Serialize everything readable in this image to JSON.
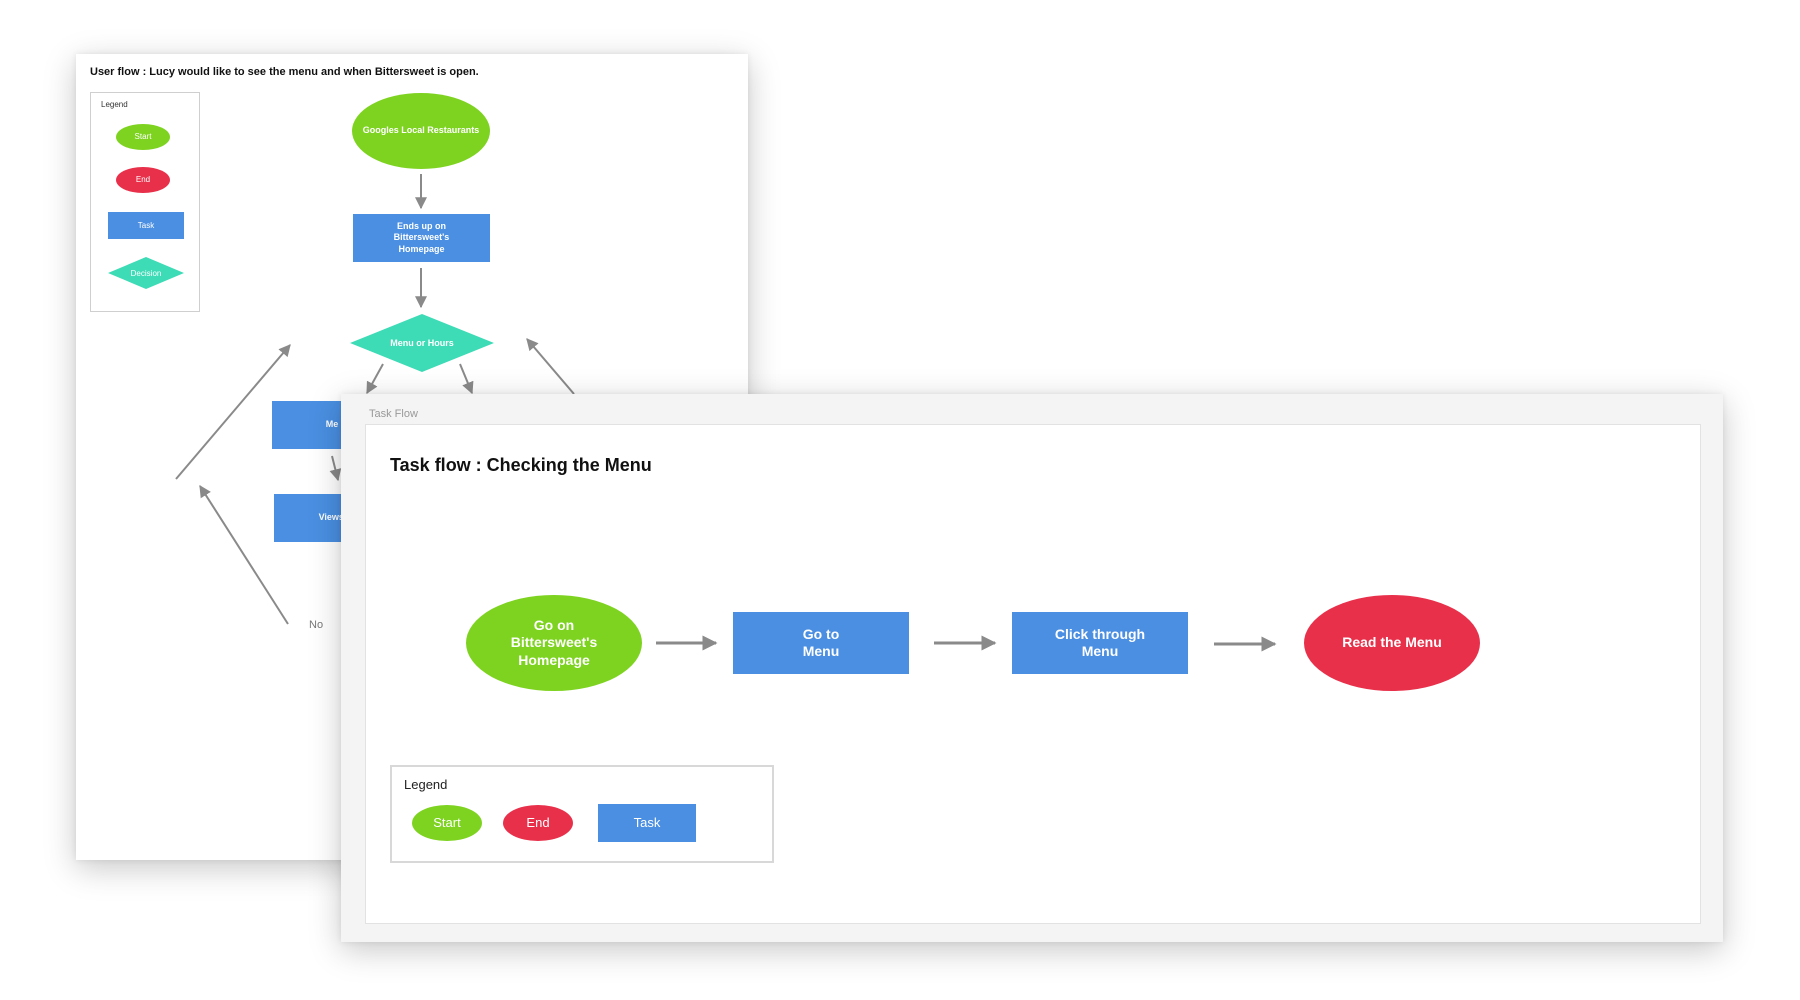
{
  "user_flow": {
    "title": "User flow : Lucy would like to see the menu and when Bittersweet is open.",
    "legend": {
      "title": "Legend",
      "start": "Start",
      "end": "End",
      "task": "Task",
      "decision": "Decision"
    },
    "nodes": {
      "googles": "Googles Local Restaurants",
      "homepage": "Ends up on Bittersweet's Homepage",
      "decision": "Menu or Hours",
      "menu_partial": "Me",
      "views_partial": "Views t"
    },
    "no_label": "No"
  },
  "task_flow": {
    "caption": "Task Flow",
    "title": "Task flow : Checking the Menu",
    "steps": [
      {
        "label": "Go on Bittersweet's Homepage",
        "kind": "start"
      },
      {
        "label": "Go to Menu",
        "kind": "task"
      },
      {
        "label": "Click through Menu",
        "kind": "task"
      },
      {
        "label": "Read the Menu",
        "kind": "end"
      }
    ],
    "legend": {
      "title": "Legend",
      "start": "Start",
      "end": "End",
      "task": "Task"
    }
  },
  "colors": {
    "start": "#7ed321",
    "end": "#e8304b",
    "task": "#4a8fe2",
    "decision": "#3ddbb6",
    "arrow": "#8a8a8a"
  }
}
